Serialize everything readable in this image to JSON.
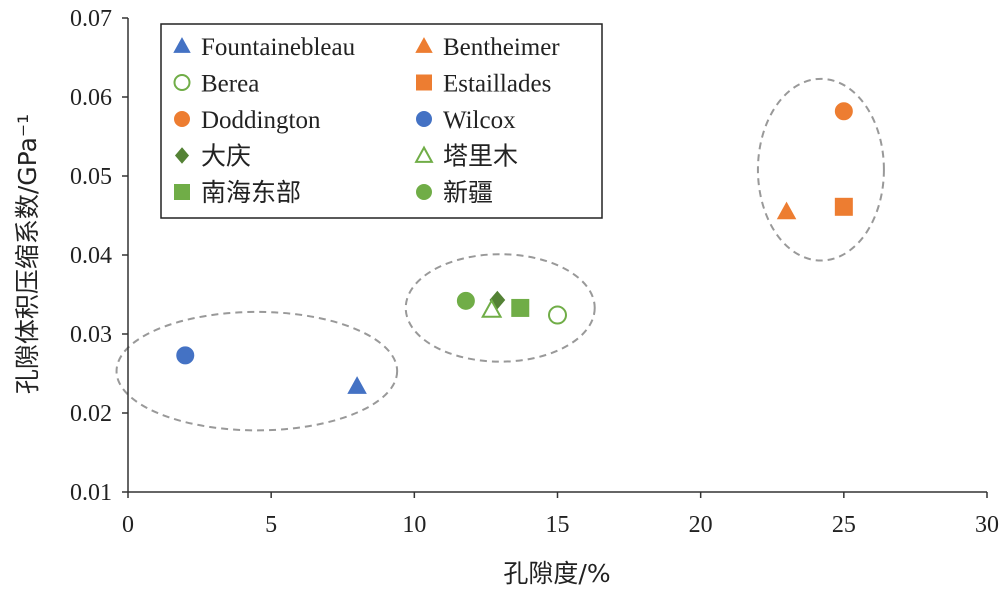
{
  "chart_data": {
    "type": "scatter",
    "title": "",
    "xlabel": "孔隙度/%",
    "ylabel": "孔隙体积压缩系数/GPa⁻¹",
    "xlim": [
      0,
      30
    ],
    "ylim": [
      0.01,
      0.07
    ],
    "x_ticks": [
      "0",
      "5",
      "10",
      "15",
      "20",
      "25",
      "30"
    ],
    "y_ticks": [
      "0.01",
      "0.02",
      "0.03",
      "0.04",
      "0.05",
      "0.06",
      "0.07"
    ],
    "grid": false,
    "legend_position": "top-left",
    "colors": {
      "blue": "#4472c4",
      "orange": "#ed7d31",
      "green": "#70ad47",
      "darkgreen": "#548235",
      "ellipse": "#999999"
    },
    "series": [
      {
        "name": "Fountainebleau",
        "marker": "triangle",
        "filled": true,
        "color": "#4472c4",
        "points": [
          [
            8.0,
            0.0234
          ]
        ]
      },
      {
        "name": "Bentheimer",
        "marker": "triangle",
        "filled": true,
        "color": "#ed7d31",
        "points": [
          [
            23.0,
            0.0455
          ]
        ]
      },
      {
        "name": "Berea",
        "marker": "circle",
        "filled": false,
        "color": "#70ad47",
        "points": [
          [
            15.0,
            0.0324
          ]
        ]
      },
      {
        "name": "Estaillades",
        "marker": "square",
        "filled": true,
        "color": "#ed7d31",
        "points": [
          [
            25.0,
            0.0461
          ]
        ]
      },
      {
        "name": "Doddington",
        "marker": "circle",
        "filled": true,
        "color": "#ed7d31",
        "points": [
          [
            25.0,
            0.0582
          ]
        ]
      },
      {
        "name": "Wilcox",
        "marker": "circle",
        "filled": true,
        "color": "#4472c4",
        "points": [
          [
            2.0,
            0.0273
          ]
        ]
      },
      {
        "name": "大庆",
        "marker": "diamond",
        "filled": true,
        "color": "#548235",
        "points": [
          [
            12.9,
            0.0343
          ]
        ]
      },
      {
        "name": "塔里木",
        "marker": "triangle",
        "filled": false,
        "color": "#70ad47",
        "points": [
          [
            12.7,
            0.0331
          ]
        ]
      },
      {
        "name": "南海东部",
        "marker": "square",
        "filled": true,
        "color": "#70ad47",
        "points": [
          [
            13.7,
            0.0333
          ]
        ]
      },
      {
        "name": "新疆",
        "marker": "circle",
        "filled": true,
        "color": "#70ad47",
        "points": [
          [
            11.8,
            0.0342
          ]
        ]
      }
    ],
    "annotations": [
      {
        "type": "dashed-ellipse",
        "cx": 4.5,
        "cy": 0.0253,
        "rx": 4.9,
        "ry": 0.0075
      },
      {
        "type": "dashed-ellipse",
        "cx": 13.0,
        "cy": 0.0333,
        "rx": 3.3,
        "ry": 0.0068
      },
      {
        "type": "dashed-ellipse",
        "cx": 24.2,
        "cy": 0.0508,
        "rx": 2.2,
        "ry": 0.0115
      }
    ]
  }
}
